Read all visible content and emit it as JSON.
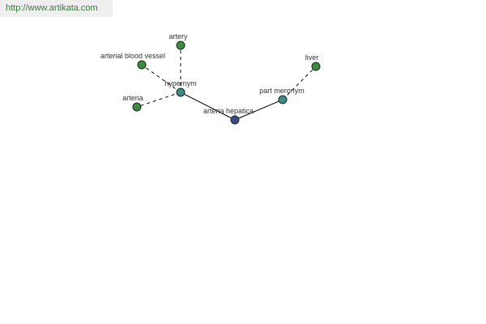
{
  "header": {
    "site_url": "http://www.artikata.com"
  },
  "colors": {
    "center_node": "#3a4a8c",
    "relation_node": "#3f8a8a",
    "term_node": "#3e8a3e",
    "banner_bg": "#efefef",
    "url_text": "#3a7a3a"
  },
  "graph": {
    "nodes": [
      {
        "id": "arteria-hepatica",
        "label": "arteria hepatica",
        "kind": "center"
      },
      {
        "id": "hypernym",
        "label": "hypernym",
        "kind": "relation"
      },
      {
        "id": "part-meronym",
        "label": "part meronym",
        "kind": "relation"
      },
      {
        "id": "artery",
        "label": "artery",
        "kind": "term"
      },
      {
        "id": "arterial-blood-vessel",
        "label": "arterial blood vessel",
        "kind": "term"
      },
      {
        "id": "arteria",
        "label": "arteria",
        "kind": "term"
      },
      {
        "id": "liver",
        "label": "liver",
        "kind": "term"
      }
    ],
    "edges": [
      {
        "from": "arteria-hepatica",
        "to": "hypernym",
        "style": "solid"
      },
      {
        "from": "arteria-hepatica",
        "to": "part-meronym",
        "style": "solid"
      },
      {
        "from": "hypernym",
        "to": "artery",
        "style": "dashed"
      },
      {
        "from": "hypernym",
        "to": "arterial-blood-vessel",
        "style": "dashed"
      },
      {
        "from": "hypernym",
        "to": "arteria",
        "style": "dashed"
      },
      {
        "from": "part-meronym",
        "to": "liver",
        "style": "dashed"
      }
    ]
  }
}
